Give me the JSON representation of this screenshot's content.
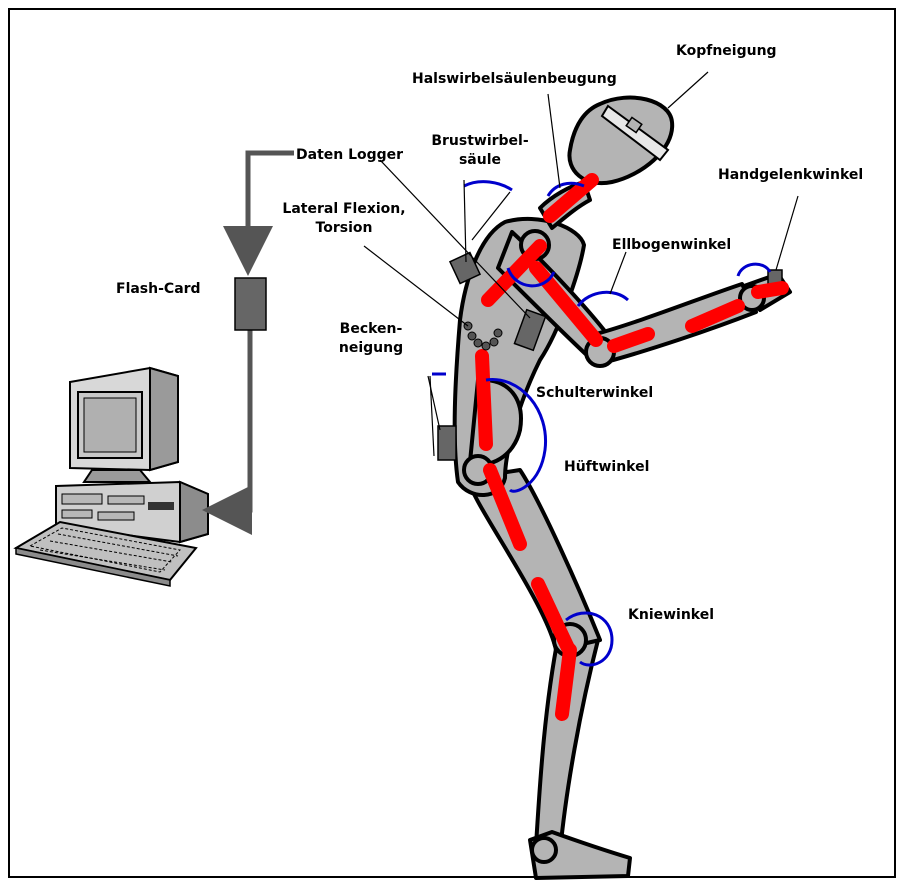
{
  "labels": {
    "kopfneigung": "Kopfneigung",
    "halswirbel": "Halswirbelsäulenbeugung",
    "brustwirbel": "Brustwirbel-\nsäule",
    "daten_logger": "Daten Logger",
    "handgelenk": "Handgelenkwinkel",
    "lateral": "Lateral Flexion,\nTorsion",
    "ellbogen": "Ellbogenwinkel",
    "flash_card": "Flash-Card",
    "becken": "Becken-\nneigung",
    "schulter": "Schulterwinkel",
    "huefte": "Hüftwinkel",
    "knie": "Kniewinkel"
  },
  "colors": {
    "body_fill": "#b4b4b4",
    "outline": "#000000",
    "segment": "#ff0000",
    "angle_arc": "#0000cc",
    "device": "#666666",
    "cable": "#555555"
  },
  "icons": {
    "computer": "desktop-computer-icon",
    "flash_card": "flash-card-icon",
    "sensor": "sensor-box-icon"
  }
}
